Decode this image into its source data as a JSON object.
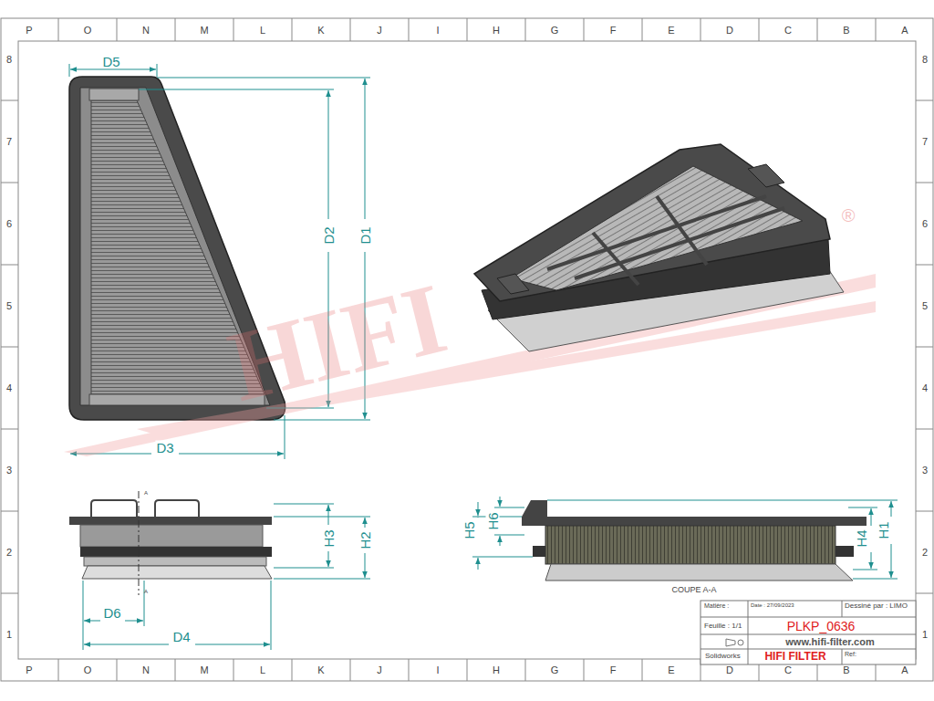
{
  "diagram": {
    "labels": [
      "P",
      "O",
      "N",
      "M",
      "L",
      "K",
      "J",
      "I",
      "H",
      "G",
      "F",
      "E",
      "D",
      "C",
      "B",
      "A",
      "P",
      "O",
      "N",
      "M",
      "L",
      "K",
      "J",
      "I",
      "H",
      "G",
      "F",
      "E",
      "D",
      "C",
      "B",
      "A",
      "8",
      "7",
      "6",
      "5",
      "4",
      "3",
      "2",
      "1",
      "8",
      "7",
      "6",
      "5",
      "4",
      "3",
      "2",
      "1",
      "D5",
      "D2",
      "D1",
      "D3",
      "H3",
      "H2",
      "D6",
      "D4",
      "H5",
      "H6",
      "H4",
      "H1",
      "A",
      "A",
      "COUPE A-A",
      "Matière :",
      "Date : 27/09/2023",
      "Dessiné par : LIMO",
      "Feuille : 1/1",
      "PLKP_0636",
      "www.hifi-filter.com",
      "Solidworks",
      "HIFI FILTER",
      "Ref:",
      "HIFI",
      "®"
    ]
  }
}
